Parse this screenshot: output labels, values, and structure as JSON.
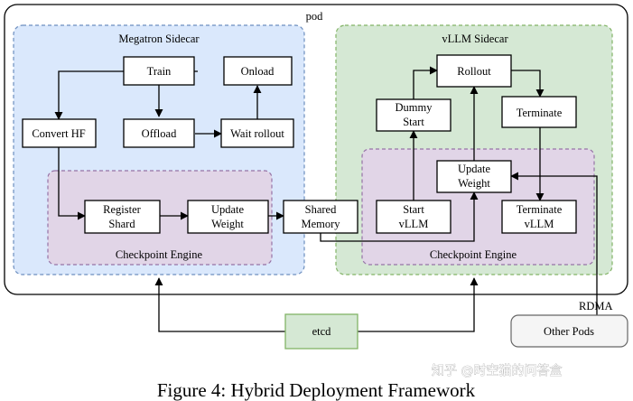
{
  "pod": {
    "label": "pod"
  },
  "megatron": {
    "title": "Megatron Sidecar"
  },
  "vllm": {
    "title": "vLLM Sidecar"
  },
  "engines": {
    "left": "Checkpoint Engine",
    "right": "Checkpoint Engine"
  },
  "nodes": {
    "train": [
      "Train"
    ],
    "onload": [
      "Onload"
    ],
    "offload": [
      "Offload"
    ],
    "wait_rollout": [
      "Wait rollout"
    ],
    "convert_hf": [
      "Convert HF"
    ],
    "register_shard": [
      "Register",
      "Shard"
    ],
    "update_weight_left": [
      "Update",
      "Weight"
    ],
    "shared_memory": [
      "Shared",
      "Memory"
    ],
    "rollout": [
      "Rollout"
    ],
    "dummy_start": [
      "Dummy",
      "Start"
    ],
    "terminate": [
      "Terminate"
    ],
    "update_weight_right": [
      "Update",
      "Weight"
    ],
    "start_vllm": [
      "Start",
      "vLLM"
    ],
    "terminate_vllm": [
      "Terminate",
      "vLLM"
    ],
    "etcd": [
      "etcd"
    ],
    "other_pods": [
      "Other Pods"
    ]
  },
  "rdma": {
    "label": "RDMA"
  },
  "caption": "Figure 4: Hybrid Deployment Framework",
  "watermark": "知乎 @时空猫的问答盒",
  "colors": {
    "megatron_fill": "#dae8fc",
    "megatron_stroke": "#6c8ebf",
    "vllm_fill": "#d5e8d4",
    "vllm_stroke": "#82b366",
    "engine_fill": "#e1d5e7",
    "engine_stroke": "#9673a6",
    "etcd_fill": "#d5e8d4",
    "other_fill": "#f5f5f5"
  }
}
